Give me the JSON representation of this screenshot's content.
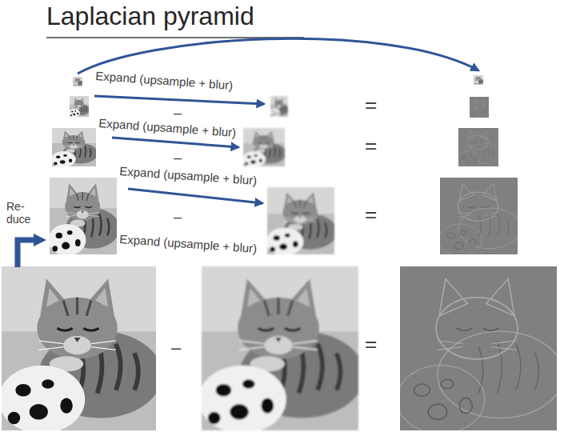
{
  "diagram": {
    "title": "Laplacian pyramid",
    "labels": [
      "Expand (upsample + blur)",
      "–",
      "=",
      "Expand (upsample + blur)",
      "–",
      "=",
      "Expand (upsample + blur)",
      "Re- duce",
      "–",
      "=",
      "Expand (upsample + blur)",
      "–",
      "="
    ]
  }
}
